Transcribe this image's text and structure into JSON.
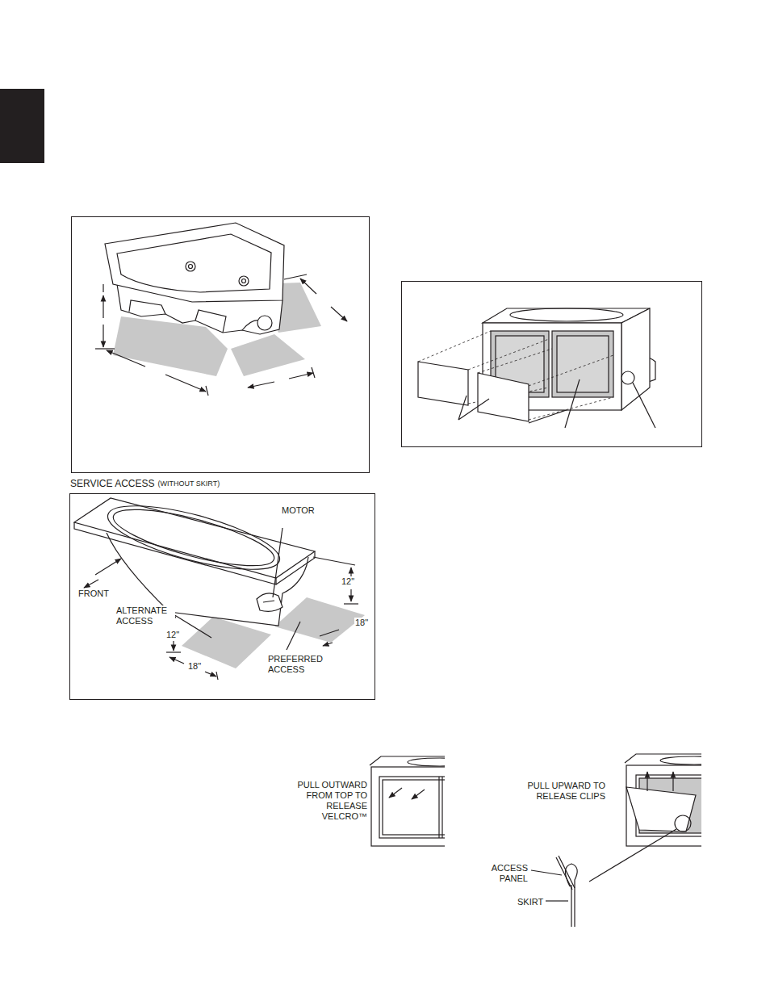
{
  "diagram": {
    "nodes": [
      {
        "text": [
          "SERVICE ACCESS",
          "(WITHOUT SKIRT)"
        ]
      }
    ],
    "labels": [
      "MOTOR",
      "FRONT",
      "ALTERNATE ACCESS",
      "12\"",
      "12\"",
      "18\"",
      "18\"",
      "PREFERRED ACCESS",
      "PULL OUTWARD FROM TOP TO RELEASE VELCRO™",
      "PULL UPWARD TO RELEASE CLIPS",
      "ACCESS PANEL",
      "SKIRT"
    ]
  }
}
